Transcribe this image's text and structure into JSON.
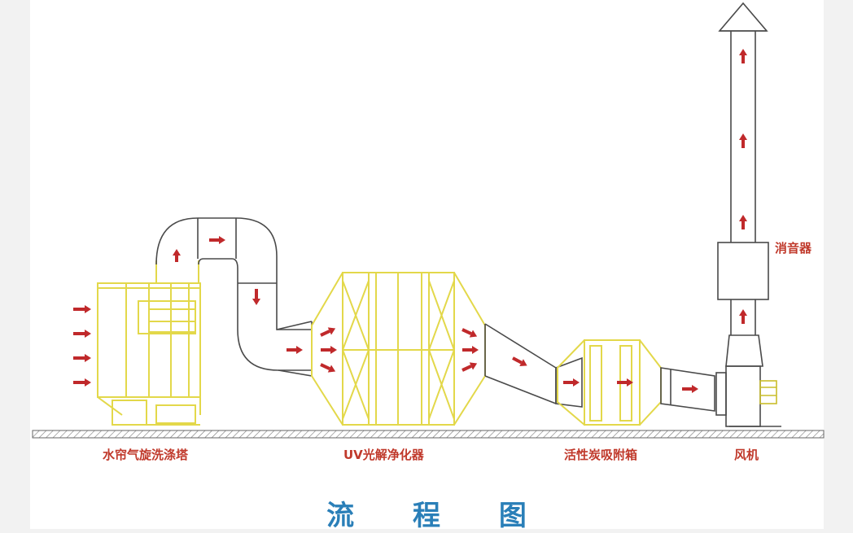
{
  "diagram": {
    "title": "流 程 图",
    "labels": {
      "scrubber": "水帘气旋洗涤塔",
      "uv_purifier": "UV光解净化器",
      "carbon_box": "活性炭吸附箱",
      "fan": "风机",
      "silencer": "消音器"
    }
  },
  "colors": {
    "arrow": "#c0292b",
    "label": "#c0392b",
    "title": "#2a7fb8",
    "equipment": "#e3d84a",
    "duct": "#4a4a4a"
  }
}
